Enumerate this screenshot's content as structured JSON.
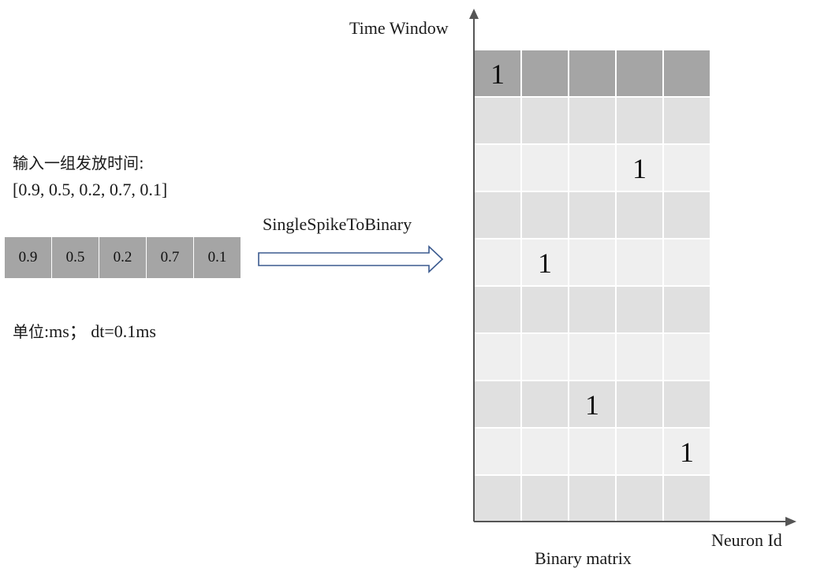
{
  "left_panel": {
    "heading": "输入一组发放时间:",
    "spike_times_text": "[0.9, 0.5, 0.2, 0.7, 0.1]",
    "cells": [
      "0.9",
      "0.5",
      "0.2",
      "0.7",
      "0.1"
    ],
    "unit_note_cn": "单位",
    "unit_note_rest": ":ms；  dt=0.1ms"
  },
  "transform_label": "SingleSpikeToBinary",
  "matrix": {
    "y_axis_label": "Time Window",
    "x_axis_label": "Neuron Id",
    "caption": "Binary matrix",
    "rows": 10,
    "cols": 5,
    "ones": [
      {
        "row": 0,
        "col": 0
      },
      {
        "row": 2,
        "col": 3
      },
      {
        "row": 4,
        "col": 1
      },
      {
        "row": 7,
        "col": 2
      },
      {
        "row": 8,
        "col": 4
      }
    ],
    "one_label": "1"
  },
  "colors": {
    "header_row": "#a5a5a5",
    "band_dark": "#e0e0e0",
    "band_light": "#efefef",
    "arrow_stroke": "#3b5a8f",
    "axis": "#555555"
  }
}
